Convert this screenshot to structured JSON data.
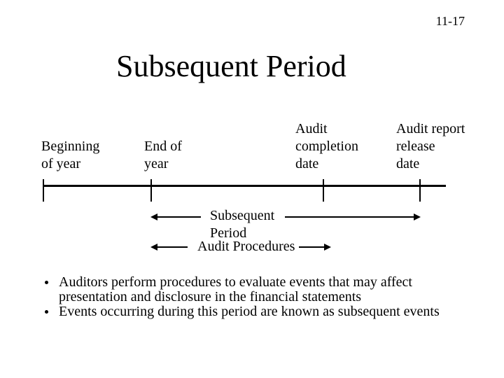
{
  "slide_number": "11-17",
  "title": "Subsequent Period",
  "timeline": {
    "milestones": [
      {
        "label": "Beginning\nof year"
      },
      {
        "label": "End of\nyear"
      },
      {
        "label": "Audit\ncompletion\ndate"
      },
      {
        "label": "Audit report\nrelease\ndate"
      }
    ],
    "spans": [
      {
        "label": "Subsequent\nPeriod"
      },
      {
        "label": "Audit Procedures"
      }
    ]
  },
  "bullets": [
    "Auditors perform procedures to evaluate events that may affect\npresentation and disclosure in the financial statements",
    "Events occurring during this period are known as subsequent events"
  ],
  "colors": {
    "background": "#ffffff",
    "foreground": "#000000"
  }
}
